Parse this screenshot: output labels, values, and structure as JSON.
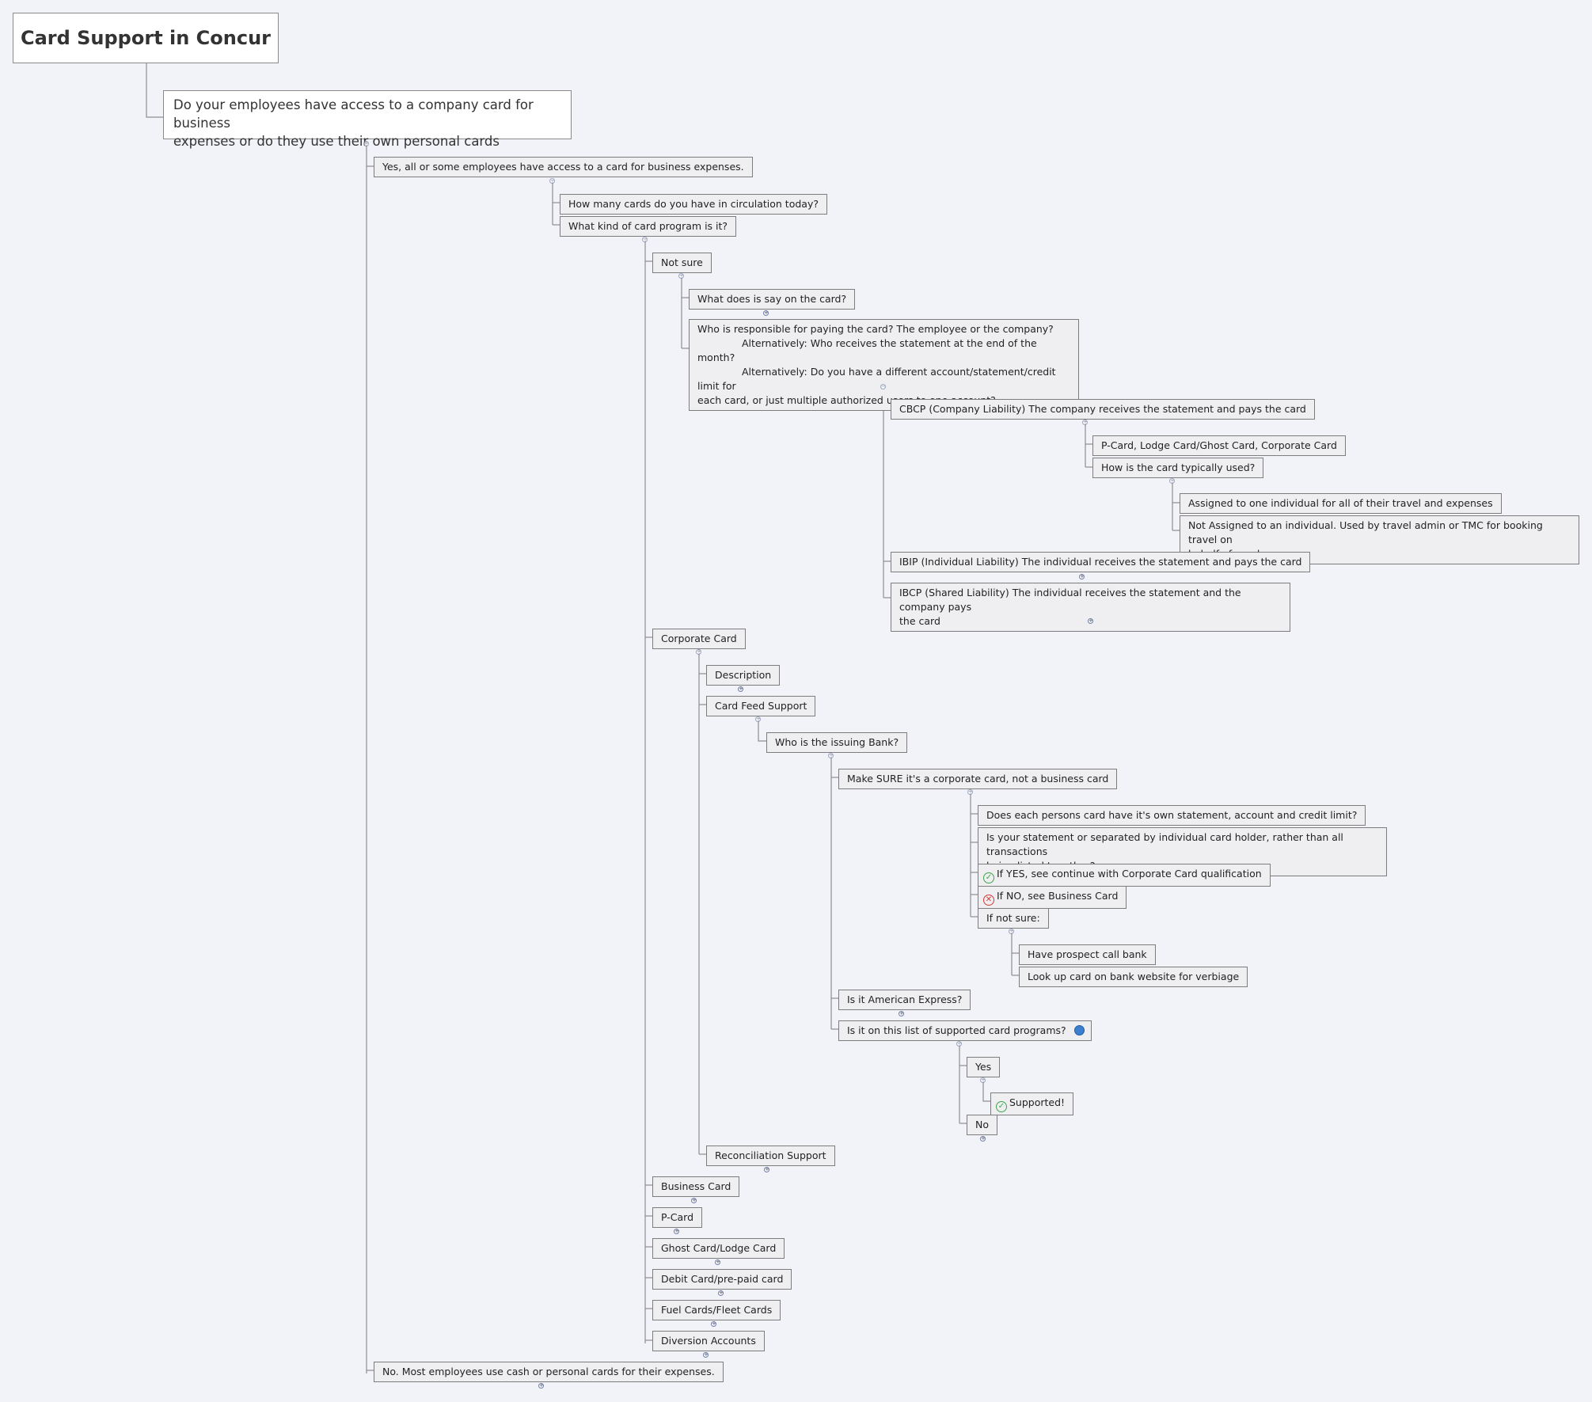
{
  "title": "Card Support in Concur",
  "question": {
    "line1": "Do your employees have access to a company card for business",
    "line2": "expenses or do they use their own personal cards"
  },
  "yes_branch": "Yes, all or some employees have access to a card for business expenses.",
  "how_many": "How many cards do you have in circulation today?",
  "what_kind": "What kind of card program is it?",
  "not_sure": "Not sure",
  "what_say": "What does is say on the card?",
  "who_resp": {
    "line1": "Who is responsible for paying the card? The employee or the company?",
    "line2": "Alternatively: Who receives the statement at the end of the month?",
    "line3": "Alternatively: Do you have a different account/statement/credit limit for",
    "line4": "each card, or  just multiple authorized users to one account?"
  },
  "cbcp": "CBCP (Company Liability) The company receives the statement and pays the card",
  "pcard_list": "P-Card, Lodge Card/Ghost Card, Corporate Card",
  "how_used": "How is the card typically used?",
  "assigned": "Assigned to one individual for all of their travel and expenses",
  "not_assigned": {
    "line1": "Not Assigned to an individual. Used by travel admin or TMC for booking travel on",
    "line2": "behalf of employees."
  },
  "ibip": "IBIP (Individual Liability) The individual receives the statement and pays the card",
  "ibcp": {
    "line1": "IBCP (Shared Liability) The individual receives the statement and the company pays",
    "line2": "the card"
  },
  "corporate_card": "Corporate Card",
  "description": "Description",
  "card_feed": "Card Feed Support",
  "issuing_bank": "Who is the issuing Bank?",
  "make_sure": "Make SURE it's a corporate card, not a business card",
  "each_person": "Does each persons card have it's own statement, account and credit limit?",
  "separated": {
    "line1": "Is your statement or separated by individual card holder, rather than all transactions",
    "line2": "being listed together?"
  },
  "if_yes": "If YES, see continue with Corporate Card qualification",
  "if_no": "If NO, see Business Card",
  "if_not_sure": "If not sure:",
  "call_bank": "Have prospect call bank",
  "look_up": "Look up card on bank website for verbiage",
  "amex": "Is it American Express?",
  "on_list": "Is it on this list of supported card programs?",
  "yes": "Yes",
  "supported": "Supported!",
  "no": "No",
  "recon": "Reconciliation Support",
  "business_card": "Business Card",
  "pcard": "P-Card",
  "ghost": "Ghost Card/Lodge Card",
  "debit": "Debit Card/pre-paid card",
  "fuel": "Fuel Cards/Fleet Cards",
  "diversion": "Diversion Accounts",
  "no_branch": "No. Most employees use cash or personal cards for their expenses.",
  "icons": {
    "check": "check-circle-icon",
    "cross": "cross-circle-icon",
    "link": "globe-link-icon",
    "expand": "expand-toggle-icon",
    "collapse": "collapse-toggle-icon"
  },
  "colors": {
    "background": "#f2f3f8",
    "node_fill": "#efeff1",
    "node_border": "#7d7d7d",
    "connector": "#8e8e8e",
    "check": "#3fa34d",
    "cross": "#d33a3a",
    "link": "#3d7fcf"
  }
}
